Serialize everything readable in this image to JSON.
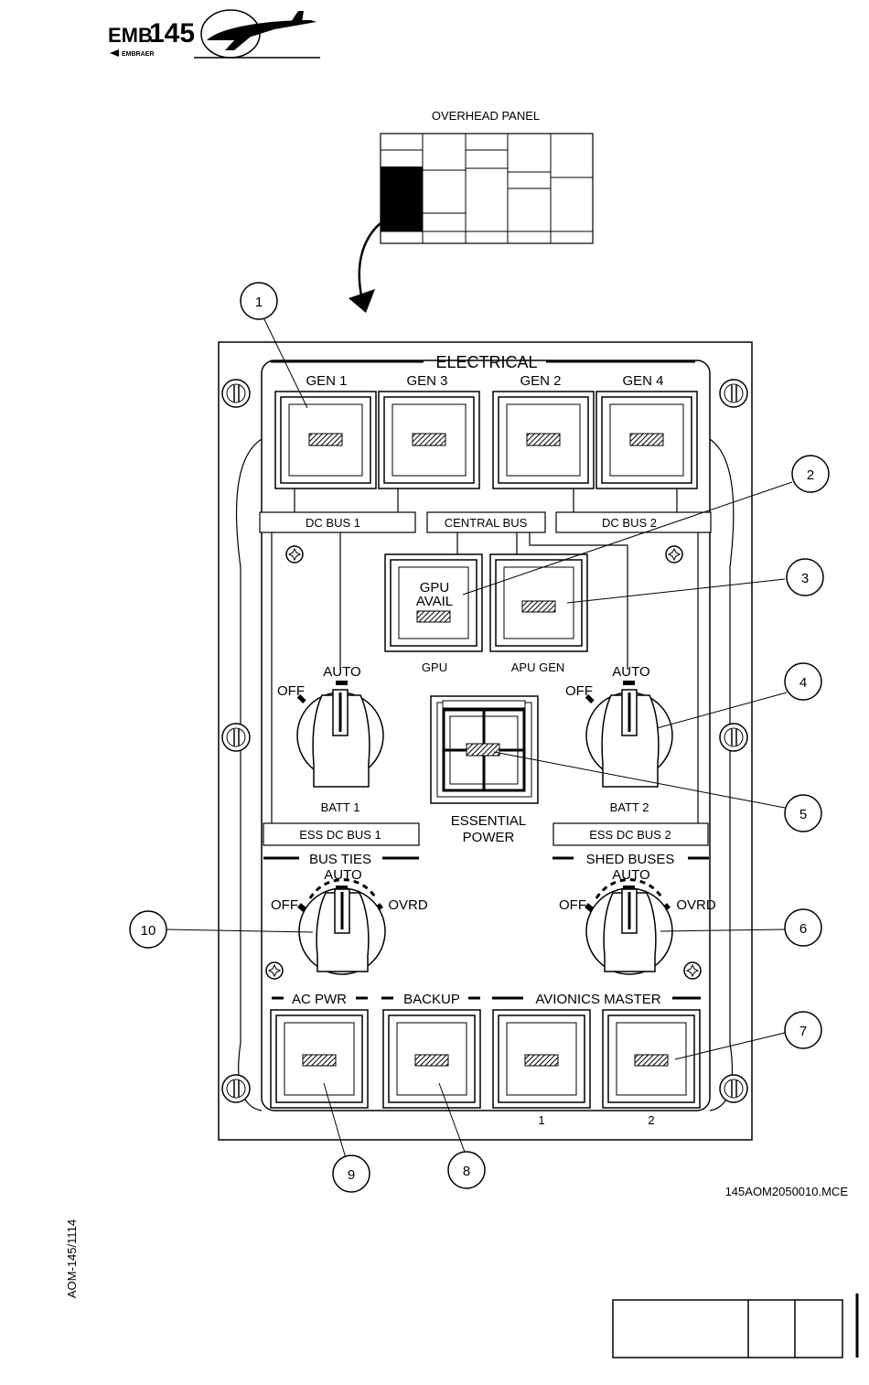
{
  "logo": {
    "model": "EMB",
    "model_number": "145",
    "brand": "EMBRAER"
  },
  "overhead_panel": {
    "title": "OVERHEAD PANEL"
  },
  "panel": {
    "title": "ELECTRICAL",
    "generators": [
      "GEN 1",
      "GEN 3",
      "GEN 2",
      "GEN 4"
    ],
    "buses": {
      "dc1": "DC BUS 1",
      "central": "CENTRAL BUS",
      "dc2": "DC BUS 2"
    },
    "gpu": {
      "legend_line1": "GPU",
      "legend_line2": "AVAIL",
      "label": "GPU"
    },
    "apu": {
      "label": "APU GEN"
    },
    "batt1": {
      "off": "OFF",
      "auto": "AUTO",
      "label": "BATT 1"
    },
    "batt2": {
      "off": "OFF",
      "auto": "AUTO",
      "label": "BATT 2"
    },
    "essential_power": {
      "line1": "ESSENTIAL",
      "line2": "POWER"
    },
    "ess_dc_bus_1": "ESS DC BUS 1",
    "ess_dc_bus_2": "ESS DC BUS 2",
    "bus_ties": {
      "title": "BUS TIES",
      "auto": "AUTO",
      "off": "OFF",
      "ovrd": "OVRD"
    },
    "shed_buses": {
      "title": "SHED BUSES",
      "auto": "AUTO",
      "off": "OFF",
      "ovrd": "OVRD"
    },
    "ac_pwr": "AC PWR",
    "backup": "BACKUP",
    "avionics_master": {
      "title": "AVIONICS MASTER",
      "sw1": "1",
      "sw2": "2"
    }
  },
  "callouts": [
    "1",
    "2",
    "3",
    "4",
    "5",
    "6",
    "7",
    "8",
    "9",
    "10"
  ],
  "figure_id": "145AOM2050010.MCE",
  "doc_id": "AOM-145/1114"
}
